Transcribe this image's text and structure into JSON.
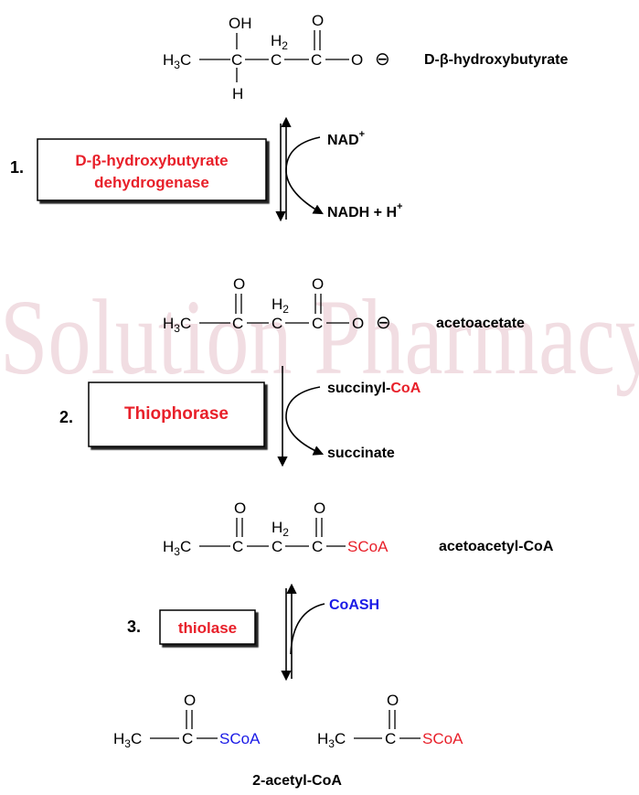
{
  "compounds": {
    "hydroxybutyrate": {
      "name": "D-β-hydroxybutyrate",
      "hydroxyl": "OH",
      "hydrogen": "H",
      "oxy": "O",
      "carbonyl_o": "O",
      "charge": "⊖"
    },
    "acetoacetate": {
      "name": "acetoacetate",
      "o1": "O",
      "o2": "O",
      "oxy": "O",
      "charge": "⊖"
    },
    "acetoacetyl_coa": {
      "name": "acetoacetyl-CoA",
      "o1": "O",
      "o2": "O",
      "scoa": "SCoA"
    },
    "acetyl_coa": {
      "name": "2-acetyl-CoA",
      "o": "O",
      "scoa": "SCoA"
    },
    "labels": {
      "h3c_main": "H",
      "h3c_sub": "3",
      "c": "C",
      "h2_main": "H",
      "h2_sub": "2"
    }
  },
  "steps": [
    {
      "number": "1.",
      "enzyme_line1": "D-β-hydroxybutyrate",
      "enzyme_line2": "dehydrogenase",
      "cofactor_in": "NAD",
      "cofactor_in_sup": "+",
      "cofactor_out": "NADH + H",
      "cofactor_out_sup": "+"
    },
    {
      "number": "2.",
      "enzyme": "Thiophorase",
      "cofactor_in_main": "succinyl-",
      "cofactor_in_coa": "CoA",
      "cofactor_out": "succinate"
    },
    {
      "number": "3.",
      "enzyme": "thiolase",
      "cofactor_in": "CoASH"
    }
  ],
  "watermark": "Solution Pharmacy",
  "colors": {
    "enzyme": "#e8202a",
    "coa": "#1a1ae6",
    "coa_red": "#e8202a",
    "watermark": "#ecd9dd"
  }
}
